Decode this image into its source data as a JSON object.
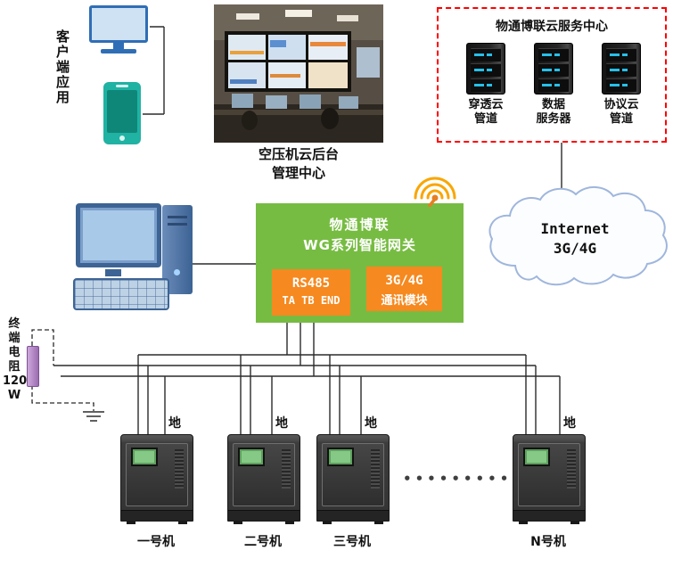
{
  "client": {
    "label": "客户端应用"
  },
  "control_center": {
    "caption": [
      "空压机云后台",
      "管理中心"
    ]
  },
  "cloud_service": {
    "title": "物通博联云服务中心",
    "servers": [
      {
        "lines": [
          "穿透云",
          "管道"
        ]
      },
      {
        "lines": [
          "数据",
          "服务器"
        ]
      },
      {
        "lines": [
          "协议云",
          "管道"
        ]
      }
    ]
  },
  "gateway": {
    "title": [
      "物通博联",
      "WG系列智能网关"
    ],
    "rs485_port": {
      "lines": [
        "RS485",
        "TA TB END"
      ]
    },
    "comm_module": {
      "lines": [
        "3G/4G",
        "通讯模块"
      ]
    }
  },
  "internet_cloud": {
    "lines": [
      "Internet",
      "3G/4G"
    ]
  },
  "terminal_resistor": {
    "chars": [
      "终",
      "端",
      "电",
      "阻",
      "120",
      "W"
    ]
  },
  "ground_label": "地",
  "machines": [
    {
      "label": "一号机"
    },
    {
      "label": "二号机"
    },
    {
      "label": "三号机"
    },
    {
      "label": "N号机"
    }
  ],
  "ellipsis": "•••••••••",
  "colors": {
    "gateway_green": "#77bc42",
    "module_orange": "#f6891f",
    "service_border_red": "#ff0000",
    "resistor_purple": "#9b6cb0",
    "phone_teal": "#20b2a3",
    "server_led_cyan": "#25c0ea",
    "wifi_orange": "#f9a602"
  }
}
